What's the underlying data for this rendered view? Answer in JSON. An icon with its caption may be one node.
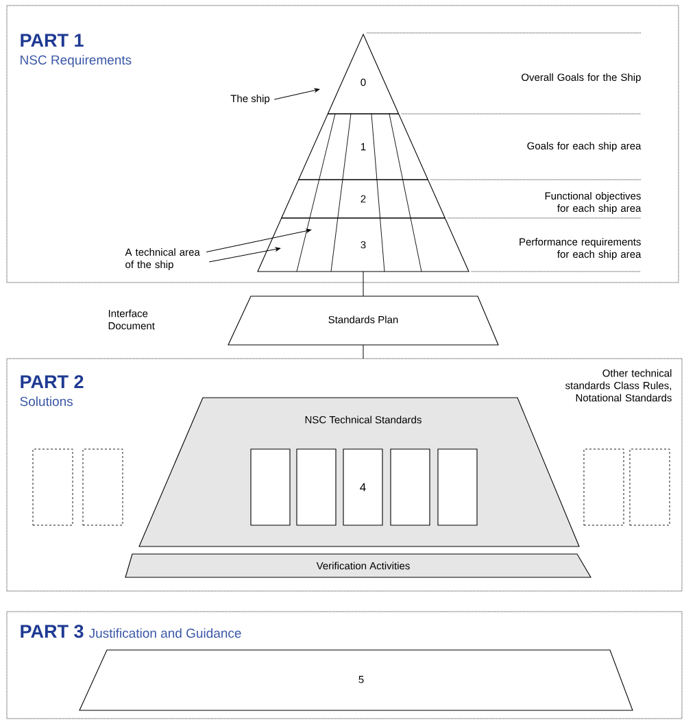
{
  "diagram": {
    "nodes": [
      {
        "text": [
          "PART 1",
          "NSC Requirements"
        ]
      },
      {
        "text": [
          "0"
        ],
        "in": 0
      },
      {
        "text": [
          "1"
        ],
        "in": 0
      },
      {
        "text": [
          "2"
        ],
        "in": 0
      },
      {
        "text": [
          "3"
        ],
        "in": 0
      },
      {
        "text": [
          "The ship"
        ],
        "in": 0
      },
      {
        "text": [
          "A technical area of the ship"
        ],
        "in": 0
      },
      {
        "text": [
          "Standards Plan"
        ]
      },
      {
        "text": [
          "PART 2",
          "Solutions"
        ]
      },
      {
        "text": [
          "NSC Technical Standards"
        ],
        "in": 8
      },
      {
        "text": [],
        "shape": "box",
        "in": 9
      },
      {
        "text": [],
        "shape": "box",
        "in": 9
      },
      {
        "text": [
          "4"
        ],
        "in": 9
      },
      {
        "text": [],
        "shape": "box",
        "in": 9
      },
      {
        "text": [],
        "shape": "box",
        "in": 9
      },
      {
        "text": [],
        "shape": "box",
        "in": 8
      },
      {
        "text": [],
        "shape": "box",
        "in": 8
      },
      {
        "text": [],
        "shape": "box",
        "in": 8
      },
      {
        "text": [],
        "shape": "box",
        "in": 8
      },
      {
        "text": [
          "Verification Activities"
        ],
        "in": 8
      },
      {
        "text": [
          "PART 3",
          "Justification and Guidance"
        ]
      },
      {
        "text": [
          "5"
        ],
        "in": 20
      }
    ],
    "edges": [
      {
        "from": 5,
        "to": 1,
        "arrow": "to"
      },
      {
        "from": 6,
        "to": 4,
        "arrow": "to"
      },
      {
        "from": 6,
        "to": 4,
        "arrow": "to"
      },
      {
        "from": 4,
        "to": 7,
        "arrow": "none"
      },
      {
        "from": 7,
        "to": 8,
        "arrow": "none"
      }
    ],
    "labels": [
      "Overall Goals for the Ship",
      "Goals for each ship area",
      "Functional objectives for each ship area",
      "Performance requirements for each ship area",
      "Interface Document",
      "Other technical standards Class Rules, Notational Standards"
    ]
  }
}
